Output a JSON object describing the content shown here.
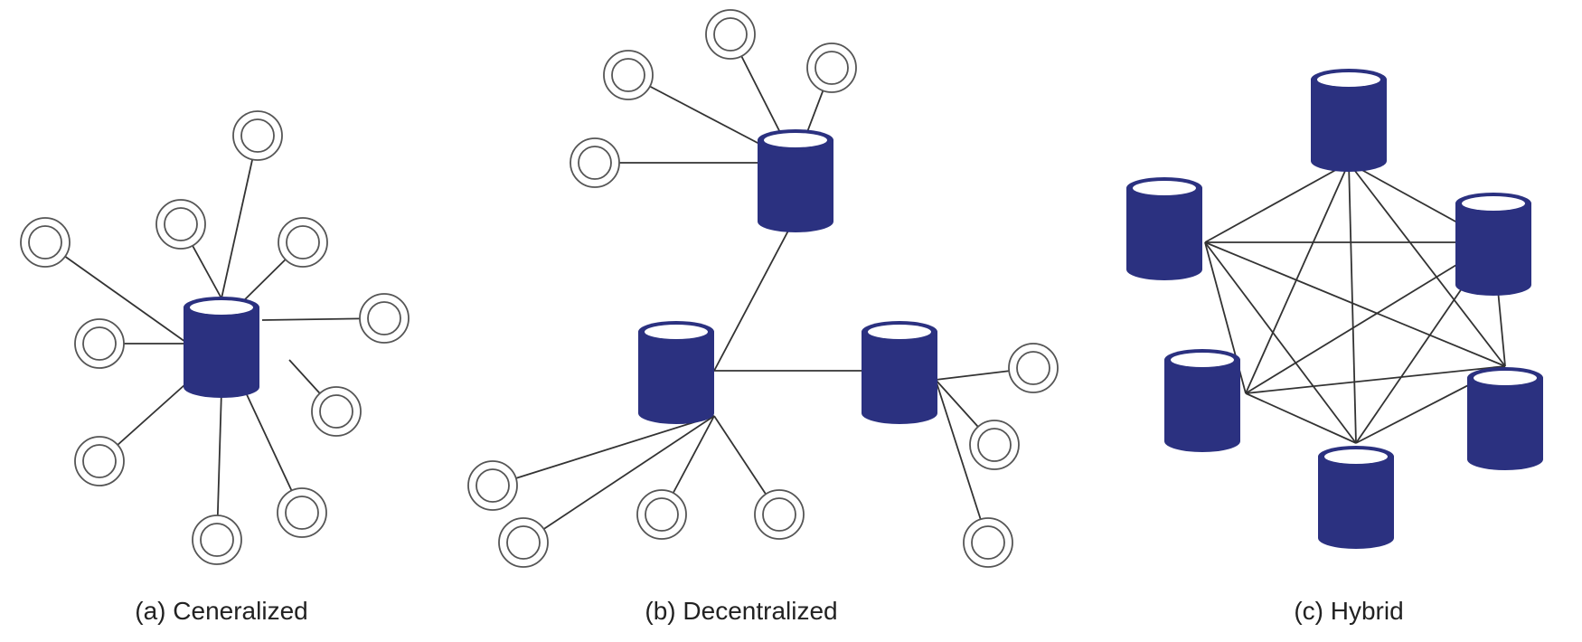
{
  "captions": {
    "a": "(a) Ceneralized",
    "b": "(b) Decentralized",
    "c": "(c) Hybrid"
  },
  "colors": {
    "server_fill": "#2b3180",
    "server_top": "#ffffff",
    "line": "#333333",
    "node_ring": "#555555"
  },
  "icons": {
    "server": "database-cylinder-icon",
    "client": "double-ring-node-icon"
  }
}
